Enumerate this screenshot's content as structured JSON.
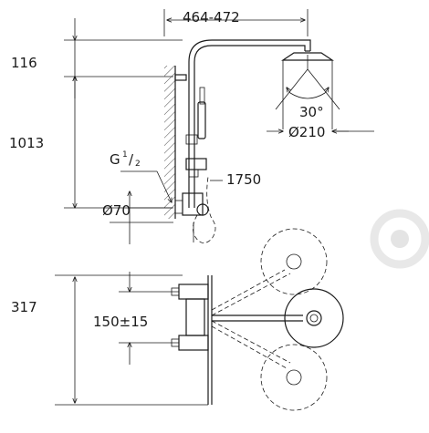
{
  "dimensions": {
    "arm_reach": "464-472",
    "top_offset": "116",
    "column_height": "1013",
    "thread_g": "G",
    "thread_num": "1",
    "thread_den": "2",
    "rosette_dia": "Ø70",
    "hose_length": "1750",
    "spray_angle": "30°",
    "head_dia": "Ø210",
    "plan_depth": "317",
    "inlet_spacing": "150±15"
  },
  "colors": {
    "line": "#1a1a1a",
    "watermark": "#e4e4e4",
    "background": "#ffffff"
  },
  "icons": {
    "watermark": "gear-watermark-icon"
  }
}
